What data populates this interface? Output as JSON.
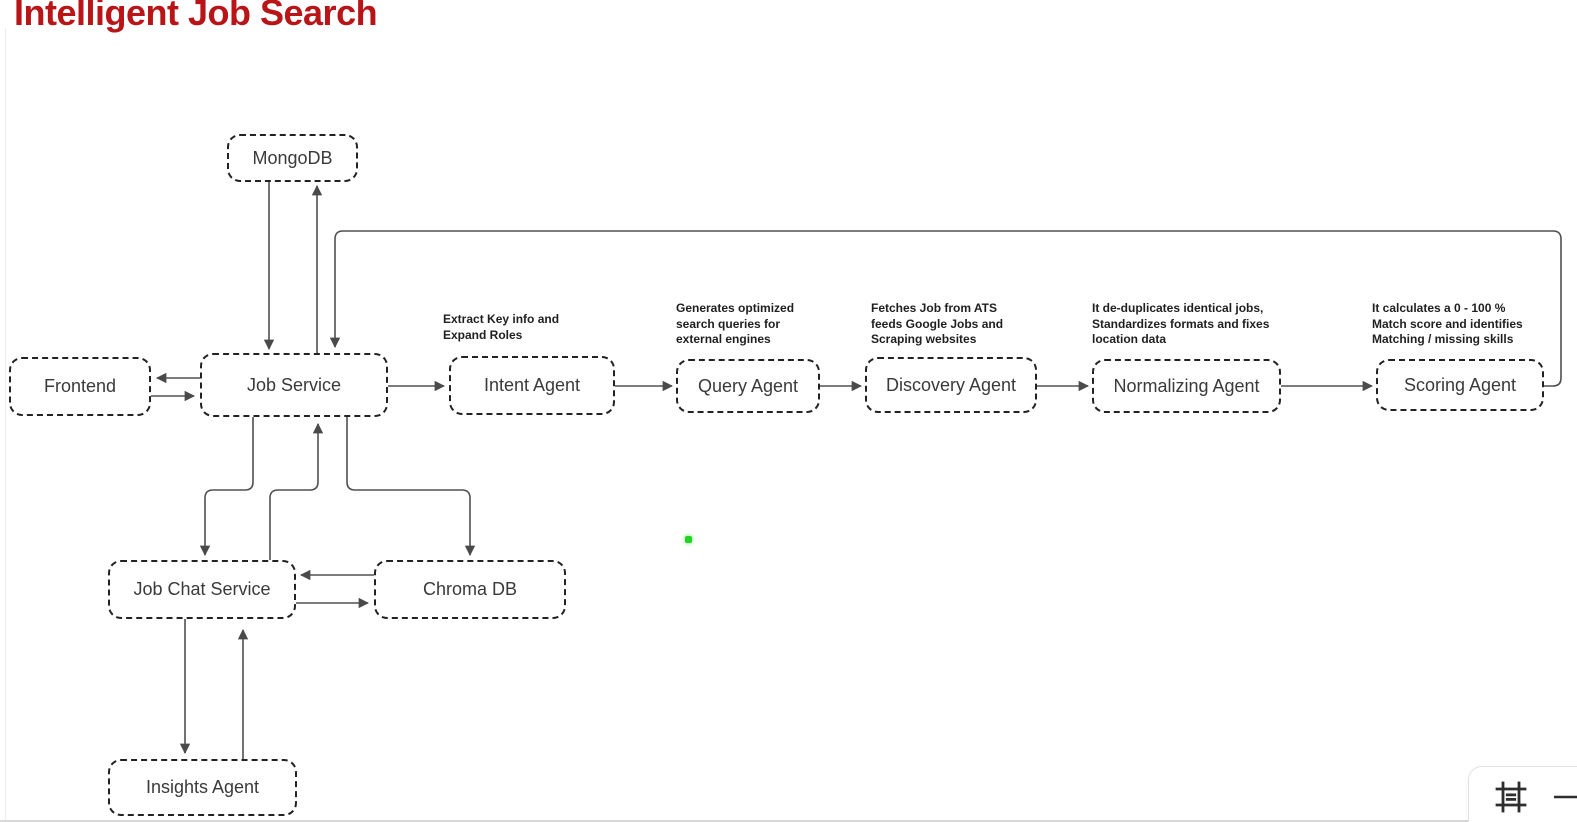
{
  "title": "Intelligent Job Search",
  "diagram": {
    "nodes": [
      {
        "id": "mongodb",
        "label": "MongoDB"
      },
      {
        "id": "frontend",
        "label": "Frontend"
      },
      {
        "id": "job-service",
        "label": "Job Service"
      },
      {
        "id": "intent-agent",
        "label": "Intent Agent",
        "note": "Extract Key info and\nExpand Roles"
      },
      {
        "id": "query-agent",
        "label": "Query Agent",
        "note": "Generates optimized\nsearch queries for\nexternal engines"
      },
      {
        "id": "discovery-agent",
        "label": "Discovery Agent",
        "note": "Fetches Job from ATS\nfeeds Google Jobs and\nScraping websites"
      },
      {
        "id": "normalizing-agent",
        "label": "Normalizing Agent",
        "note": "It de-duplicates identical jobs,\nStandardizes formats and fixes\nlocation data"
      },
      {
        "id": "scoring-agent",
        "label": "Scoring Agent",
        "note": "It calculates a 0 - 100 %\nMatch score and identifies\nMatching / missing skills"
      },
      {
        "id": "job-chat-service",
        "label": "Job Chat Service"
      },
      {
        "id": "chroma-db",
        "label": "Chroma DB"
      },
      {
        "id": "insights-agent",
        "label": "Insights Agent"
      }
    ],
    "edges": [
      {
        "from": "MongoDB",
        "to": "Job Service"
      },
      {
        "from": "Job Service",
        "to": "MongoDB"
      },
      {
        "from": "Scoring Agent",
        "to": "Job Service"
      },
      {
        "from": "Job Service",
        "to": "Frontend"
      },
      {
        "from": "Frontend",
        "to": "Job Service"
      },
      {
        "from": "Job Service",
        "to": "Intent Agent"
      },
      {
        "from": "Intent Agent",
        "to": "Query Agent"
      },
      {
        "from": "Query Agent",
        "to": "Discovery Agent"
      },
      {
        "from": "Discovery Agent",
        "to": "Normalizing Agent"
      },
      {
        "from": "Normalizing Agent",
        "to": "Scoring Agent"
      },
      {
        "from": "Job Service",
        "to": "Job Chat Service"
      },
      {
        "from": "Job Chat Service",
        "to": "Job Service"
      },
      {
        "from": "Job Service",
        "to": "Chroma DB"
      },
      {
        "from": "Chroma DB",
        "to": "Job Chat Service"
      },
      {
        "from": "Job Chat Service",
        "to": "Chroma DB"
      },
      {
        "from": "Job Chat Service",
        "to": "Insights Agent"
      },
      {
        "from": "Insights Agent",
        "to": "Job Chat Service"
      }
    ]
  },
  "canvas_marker": {
    "name": "green-dot",
    "color": "#25d228"
  },
  "toolbar": {
    "buttons": [
      {
        "name": "fit-frame-icon"
      },
      {
        "name": "zoom-out-icon"
      }
    ]
  },
  "colors": {
    "title": "#b91418",
    "node_border": "#222222",
    "node_text": "#3a3a3a",
    "edge": "#505050",
    "note_text": "#1f1f1f"
  }
}
